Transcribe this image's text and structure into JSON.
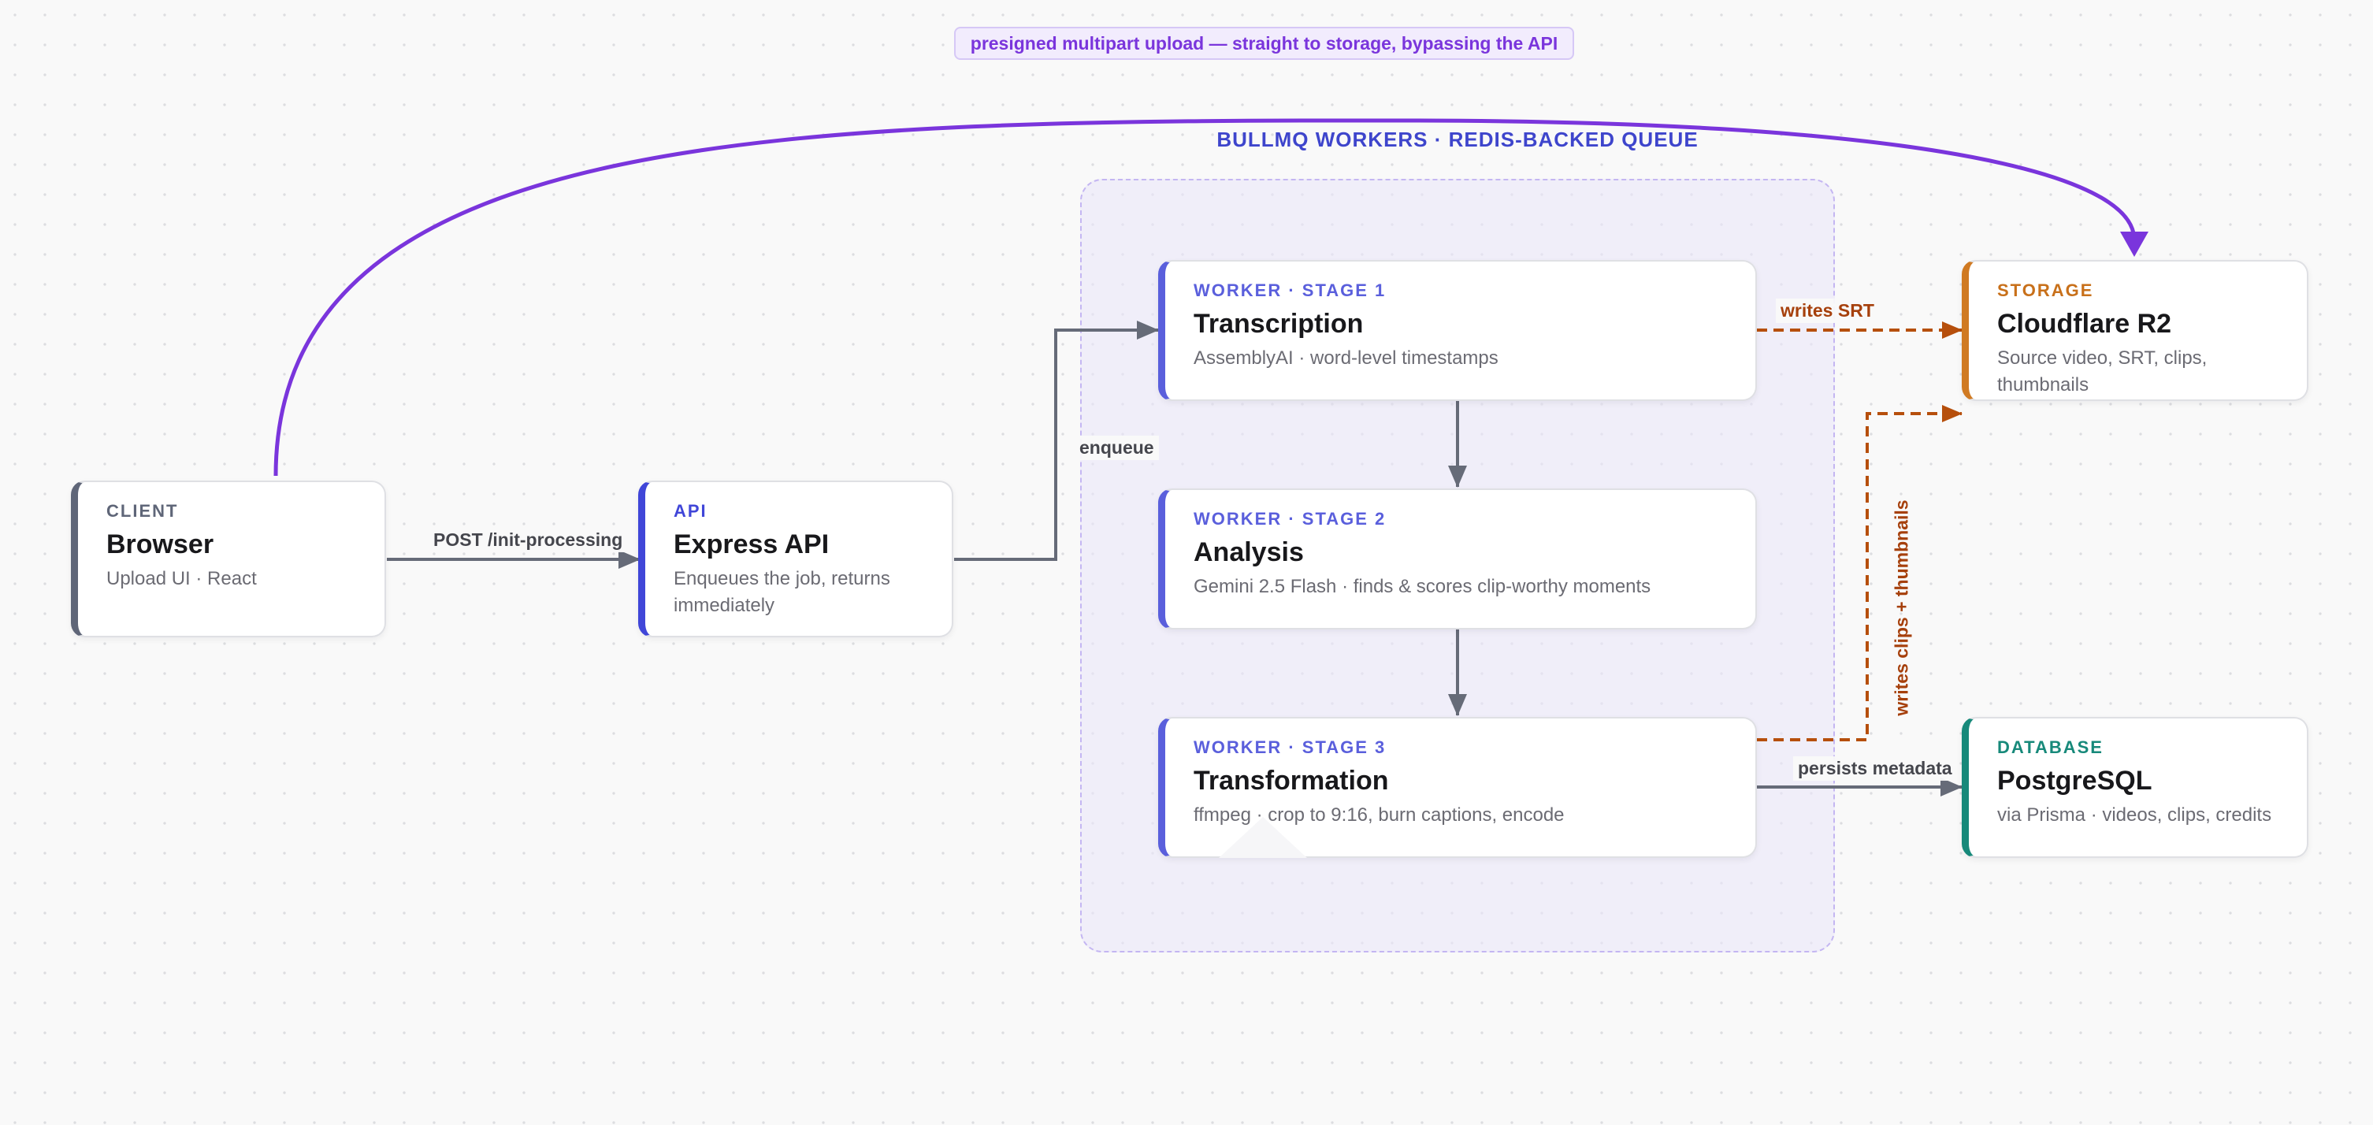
{
  "banner": {
    "text": "presigned multipart upload — straight to storage, bypassing the API"
  },
  "queue_group": {
    "title": "BULLMQ WORKERS · REDIS-BACKED QUEUE"
  },
  "nodes": {
    "browser": {
      "kicker": "CLIENT",
      "title": "Browser",
      "desc": "Upload UI · React",
      "accent": "#5f6678",
      "kicker_color": "#5f6678"
    },
    "api": {
      "kicker": "API",
      "title": "Express API",
      "desc": "Enqueues the job, returns immediately",
      "accent": "#4046d8",
      "kicker_color": "#4046d8"
    },
    "stage1": {
      "kicker": "WORKER · STAGE 1",
      "title": "Transcription",
      "desc": "AssemblyAI · word-level timestamps",
      "accent": "#5a5fdc",
      "kicker_color": "#5a5fdc"
    },
    "stage2": {
      "kicker": "WORKER · STAGE 2",
      "title": "Analysis",
      "desc": "Gemini 2.5 Flash · finds & scores clip-worthy moments",
      "accent": "#5a5fdc",
      "kicker_color": "#5a5fdc"
    },
    "stage3": {
      "kicker": "WORKER · STAGE 3",
      "title": "Transformation",
      "desc": "ffmpeg · crop to 9:16, burn captions, encode",
      "accent": "#5a5fdc",
      "kicker_color": "#5a5fdc"
    },
    "storage": {
      "kicker": "STORAGE",
      "title": "Cloudflare R2",
      "desc": "Source video, SRT, clips, thumbnails",
      "accent": "#d07a22",
      "kicker_color": "#c8701a"
    },
    "database": {
      "kicker": "DATABASE",
      "title": "PostgreSQL",
      "desc": "via Prisma · videos, clips, credits",
      "accent": "#17897a",
      "kicker_color": "#17897a"
    }
  },
  "edges": {
    "post_init": "POST /init-processing",
    "enqueue": "enqueue",
    "writes_srt": "writes SRT",
    "writes_clips": "writes clips + thumbnails",
    "persists_metadata": "persists metadata"
  },
  "colors": {
    "upload_path": "#7a35dc",
    "flow": "#666b78",
    "storage_write": "#b64f0c",
    "accent_blue": "#3e45cc"
  }
}
